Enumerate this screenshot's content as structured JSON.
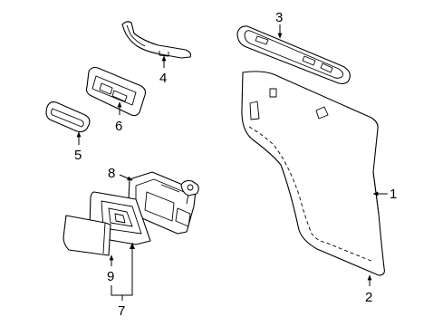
{
  "callouts": {
    "n1": "1",
    "n2": "2",
    "n3": "3",
    "n4": "4",
    "n5": "5",
    "n6": "6",
    "n7": "7",
    "n8": "8",
    "n9": "9"
  },
  "colors": {
    "line": "#000000",
    "background": "#ffffff"
  }
}
